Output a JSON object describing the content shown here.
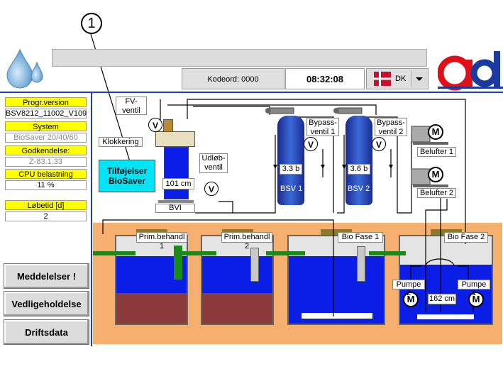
{
  "callout": {
    "number": "1"
  },
  "header": {
    "kodeord": "Kodeord: 0000",
    "time": "08:32:08",
    "language": "DK"
  },
  "info": {
    "progr_label": "Progr.version",
    "progr_value": "BSV8212_11002_V109",
    "system_label": "System",
    "system_value": "BioSaver 20/40/60",
    "godkend_label": "Godkendelse:",
    "godkend_value": "Z-83.1.33",
    "cpu_label": "CPU belastning",
    "cpu_value": "11 %",
    "lobetid_label": "Løbetid [d]",
    "lobetid_value": "2"
  },
  "sidebar": {
    "meddelelser": "Meddelelser !",
    "vedligeholdelse": "Vedligeholdelse",
    "driftsdata": "Driftsdata"
  },
  "diagram": {
    "addon_button": [
      "Tilføjelser",
      "BioSaver"
    ],
    "fv_ventil": [
      "FV-",
      "ventil"
    ],
    "klokkering": "Klokkering",
    "udlob": [
      "Udløb-",
      "ventil"
    ],
    "bvi_level": "101 cm",
    "bvi": "BVI",
    "bsv1_pressure": "3.3 b",
    "bsv1": "BSV 1",
    "bsv2_pressure": "3.6 b",
    "bsv2": "BSV 2",
    "bypass1": [
      "Bypass-",
      "ventil 1"
    ],
    "bypass2": [
      "Bypass-",
      "ventil 2"
    ],
    "belufter1": "Belufter 1",
    "belufter2": "Belufter 2",
    "valve_symbol": "V",
    "motor_symbol": "M",
    "tank1": "Prim.behandl 1",
    "tank2": "Prim.behandl 2",
    "tank3": "Bio Fase 1",
    "tank4": "Bio Fase 2",
    "pumpe2": "Pumpe 2",
    "pumpe1": "Pumpe 1",
    "tank4_level": "162 cm"
  },
  "colors": {
    "water": "#0a1ee6",
    "sludge": "#8b3a3a",
    "ground": "#f5b070",
    "pipe_green": "#1a8a1a",
    "label_yellow": "#ffff00",
    "button_cyan": "#00e5f5",
    "brand_red": "#e0101a",
    "brand_blue": "#1a3aa0"
  }
}
